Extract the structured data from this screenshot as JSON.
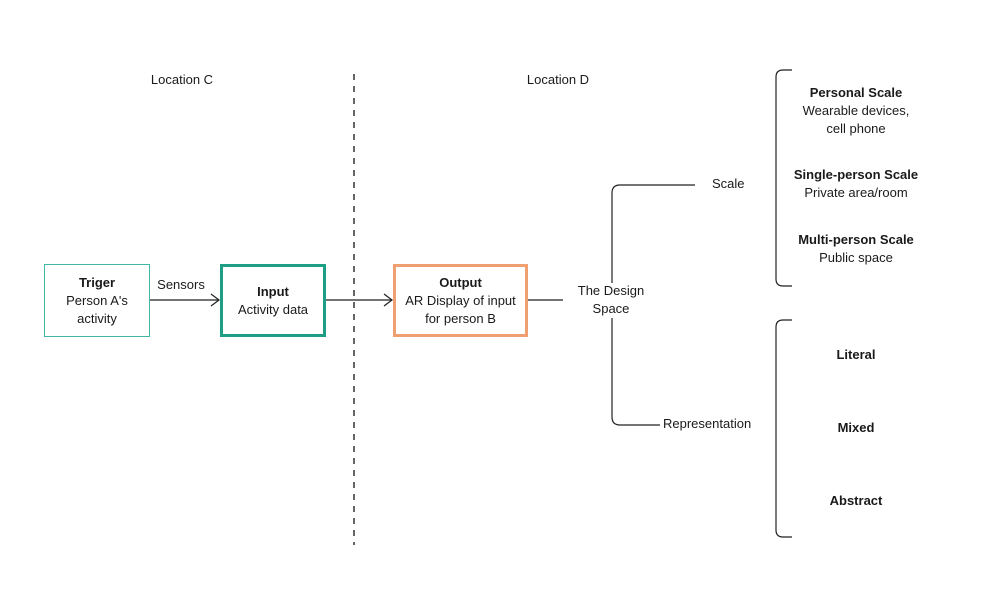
{
  "locations": {
    "left": "Location C",
    "right": "Location D"
  },
  "trigger": {
    "title": "Triger",
    "line1": "Person A's",
    "line2": "activity"
  },
  "sensors_label": "Sensors",
  "input": {
    "title": "Input",
    "line1": "Activity data"
  },
  "output": {
    "title": "Output",
    "line1": "AR Display of input",
    "line2": "for person B"
  },
  "design_space": {
    "line1": "The Design",
    "line2": "Space"
  },
  "branches": {
    "scale": "Scale",
    "representation": "Representation"
  },
  "scale_items": [
    {
      "title": "Personal Scale",
      "desc1": "Wearable devices,",
      "desc2": "cell phone"
    },
    {
      "title": "Single-person Scale",
      "desc1": "Private area/room"
    },
    {
      "title": "Multi-person Scale",
      "desc1": "Public space"
    }
  ],
  "representation_items": [
    "Literal",
    "Mixed",
    "Abstract"
  ],
  "colors": {
    "trigger_border": "#3fb8a4",
    "input_border": "#1f9e86",
    "output_border": "#f0a070",
    "line": "#222222"
  }
}
